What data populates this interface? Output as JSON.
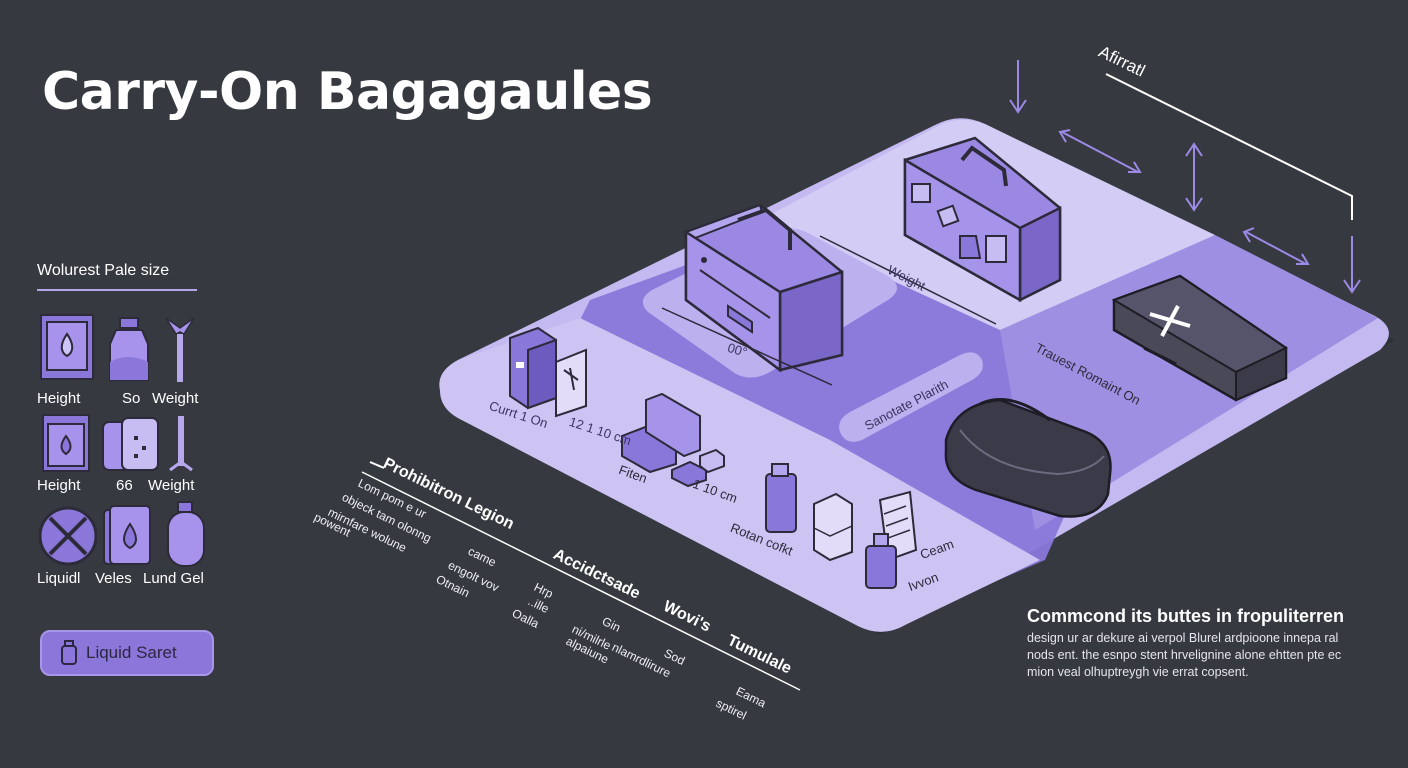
{
  "title": "Carry-On Bagagaules",
  "legend": {
    "heading": "Wolurest Pale size",
    "row1": [
      "Height",
      "So",
      "Weight"
    ],
    "row2": [
      "Height",
      "66",
      "Weight"
    ],
    "row3": [
      "Liquidl",
      "Veles",
      "Lund Gel"
    ],
    "pill_label": "Liquid Saret"
  },
  "diagram": {
    "corner_label": "Afirratl",
    "dim_weight": "Weight",
    "dim_bottom": "00°",
    "label_cur": "Currt 1 On",
    "label_size": "12 1 10 cm",
    "label_bag_platform": "Sanotate Plarith",
    "label_travel": "Trauest Romaint On",
    "label_fitem": "Fiten",
    "label_fitem_size": "1 10 cm",
    "label_rotation": "Rotan cofkt",
    "label_ceam": "Ceam",
    "label_ceam_sub": "Ivvon",
    "tilted": {
      "prohibition": "Prohibitron Legion",
      "accessible": "Accidctsade",
      "wovis": "Wovi's",
      "tumulale": "Tumulale"
    },
    "tilted_small": {
      "col1": [
        "Lom pom e ur",
        "objeck tam olonng",
        "mirnfare wolune",
        "powent"
      ],
      "col2": [
        "came",
        "engolt vov",
        "Otnain"
      ],
      "col3": [
        "Hrp",
        "..ille",
        "Oalla"
      ],
      "col4": [
        "Gin",
        "ni/milrle",
        "alpaiune"
      ],
      "col5": [
        "Sod",
        "nlamrdlirure"
      ],
      "col6": [
        "Eama",
        "sptirel"
      ]
    }
  },
  "note": {
    "title": "Commcond its buttes in fropuliterren",
    "body": "design ur ar  dekure  ai verpol Blurel ardpioone innepa ral nods ent. the esnpo stent hrvelignine alone ehtten pte ec mion veal olhuptreygh vie errat copsent."
  },
  "colors": {
    "background": "#363a40",
    "platform_light": "#c7bdf2",
    "platform_mid": "#8b78db",
    "accent": "#8b76d9",
    "dark_case": "#3b3a48"
  }
}
